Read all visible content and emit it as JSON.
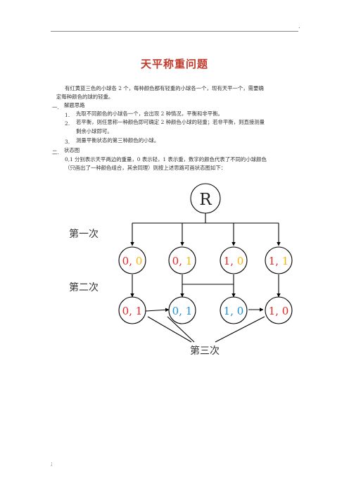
{
  "header": {
    "mark": "."
  },
  "footer": {
    "mark": ";"
  },
  "title": "天平称重问题",
  "intro": {
    "line1": "有红黄蓝三色的小球各 2 个，每种颜色都有轻重的小球各一个，现有天平一个，需要确",
    "line2": "定每种颜色的球的轻重。"
  },
  "sections": [
    {
      "num": "一.",
      "heading": "解题思路"
    },
    {
      "num": "二.",
      "heading": "状态图"
    }
  ],
  "steps": [
    {
      "num": "1.",
      "lines": [
        "先取不同颜色的小球各一个，会出现 2 种情况，平衡和非平衡。"
      ]
    },
    {
      "num": "2.",
      "lines": [
        "若平衡，则任意称一种颜色即可确定 2 种颜色小球的轻重；若非平衡，则直接测量",
        "剩余小球即可。"
      ]
    },
    {
      "num": "3.",
      "lines": [
        "测量平衡状态的第三种颜色的小球。"
      ]
    }
  ],
  "diagram_desc": {
    "line1": "0,1 分别表示天平两边的重量，0 表示轻，1 表示重，数字的颜色代表了不同的小球颜色",
    "line2": "（只画出了一种颜色组合，其余同理）则按上述思路可画状态图如下："
  },
  "diagram": {
    "root": "R",
    "labels": {
      "first": "第一次",
      "second": "第二次",
      "third": "第三次"
    },
    "colors": {
      "red": "#e8251f",
      "yellow": "#f2b705",
      "blue": "#1f8fd2",
      "line": "#000000"
    },
    "row1": [
      {
        "a": "0",
        "sep": ",",
        "b": "0",
        "ca": "red",
        "cb": "yellow"
      },
      {
        "a": "0",
        "sep": ",",
        "b": "1",
        "ca": "red",
        "cb": "yellow"
      },
      {
        "a": "1",
        "sep": ",",
        "b": "0",
        "ca": "red",
        "cb": "yellow"
      },
      {
        "a": "1",
        "sep": ",",
        "b": "1",
        "ca": "red",
        "cb": "yellow"
      }
    ],
    "row2": [
      {
        "a": "0",
        "sep": ",",
        "b": "1",
        "ca": "red",
        "cb": "red"
      },
      {
        "a": "0",
        "sep": ",",
        "b": "1",
        "ca": "blue",
        "cb": "blue"
      },
      {
        "a": "1",
        "sep": ",",
        "b": "0",
        "ca": "blue",
        "cb": "blue"
      },
      {
        "a": "1",
        "sep": ",",
        "b": "0",
        "ca": "red",
        "cb": "red"
      }
    ]
  }
}
